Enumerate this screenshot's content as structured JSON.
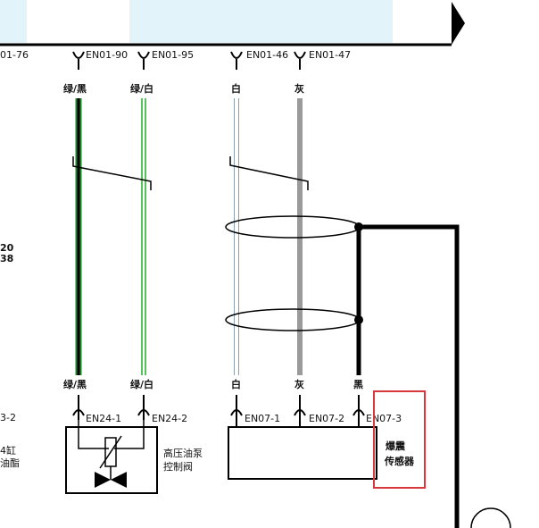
{
  "left_edge_labels": {
    "top": "01-76",
    "mid1": "20",
    "mid2": "38",
    "pin": "3-2",
    "comp1": "4缸",
    "comp2": "油酯"
  },
  "connectors_top": [
    {
      "id": "EN01-90",
      "wire_color": "绿/黑"
    },
    {
      "id": "EN01-95",
      "wire_color": "绿/白"
    },
    {
      "id": "EN01-46",
      "wire_color": "白"
    },
    {
      "id": "EN01-47",
      "wire_color": "灰"
    }
  ],
  "connectors_bottom": [
    {
      "id": "EN24-1",
      "wire_color": "绿/黑"
    },
    {
      "id": "EN24-2",
      "wire_color": "绿/白"
    },
    {
      "id": "EN07-1",
      "wire_color": "白"
    },
    {
      "id": "EN07-2",
      "wire_color": "灰"
    },
    {
      "id": "EN07-3",
      "wire_color": "黑"
    }
  ],
  "components": {
    "pump_valve": {
      "line1": "高压油泵",
      "line2": "控制阀"
    },
    "knock_sensor": {
      "line1": "爆震",
      "line2": "传感器"
    }
  },
  "colors": {
    "green": "#1f8a2a",
    "light_green": "#55c35a",
    "grey": "#9a9a9a",
    "light_blue": "#e3f3fa",
    "highlight": "#d9383a",
    "black": "#000000"
  }
}
